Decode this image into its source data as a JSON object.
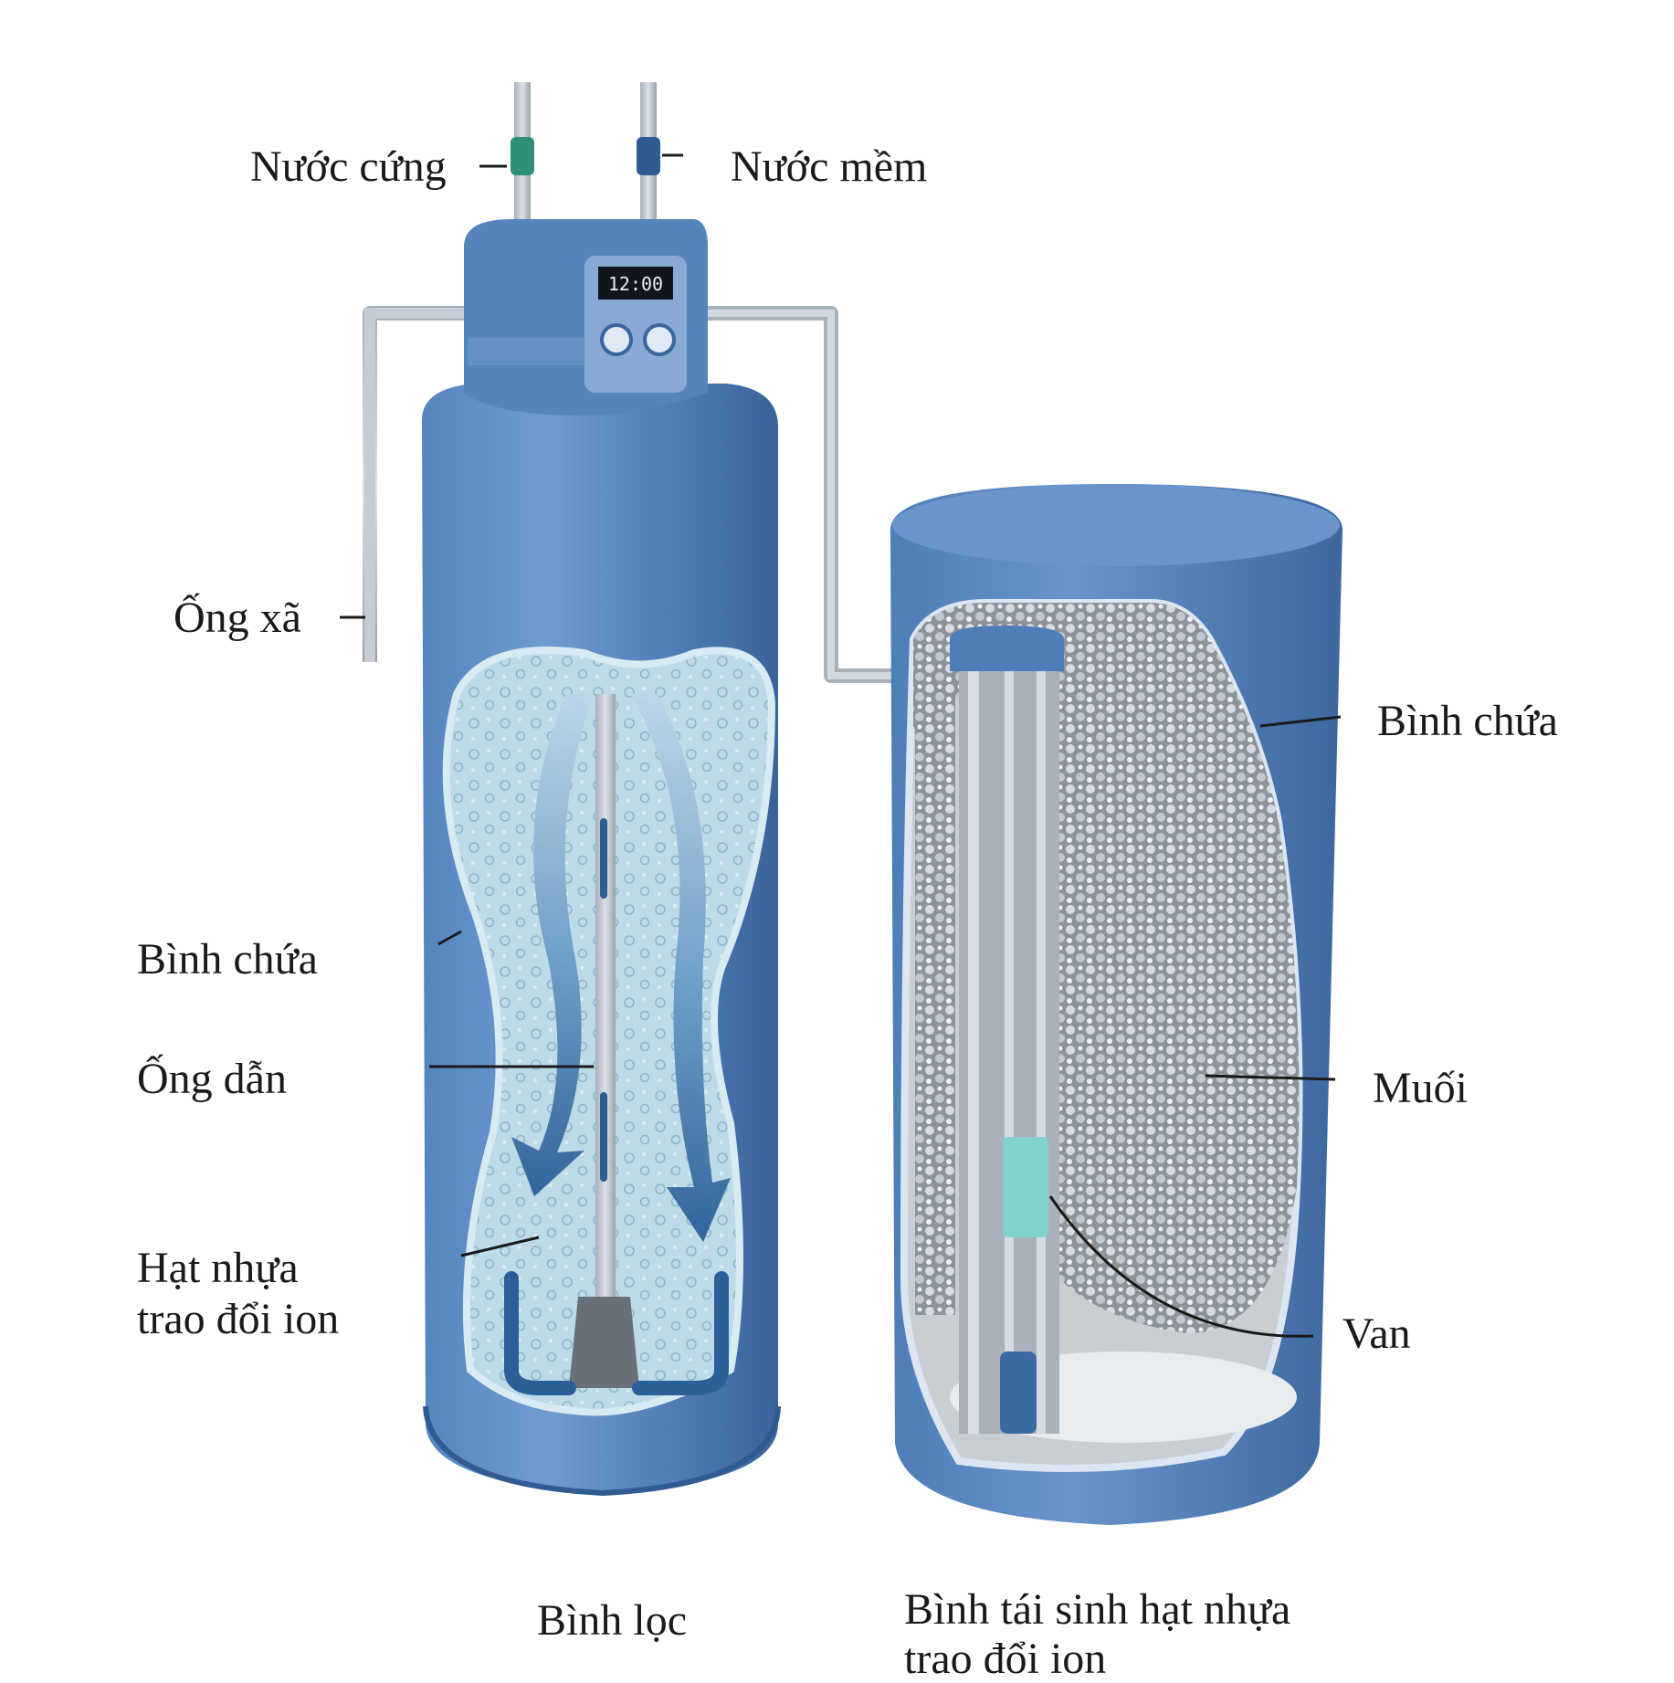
{
  "labels": {
    "hard_water": "Nước cứng",
    "soft_water": "Nước mềm",
    "drain_pipe": "Ống xã",
    "tank_left": "Bình chứa",
    "conduit": "Ống dẫn",
    "resin_line1": "Hạt nhựa",
    "resin_line2": "trao đổi ion",
    "tank_right": "Bình chứa",
    "salt": "Muối",
    "valve": "Van",
    "filter_tank": "Bình lọc",
    "regen_line1": "Bình tái sinh hạt nhựa",
    "regen_line2": "trao đổi ion"
  },
  "colors": {
    "tank_blue": "#4f7fb8",
    "tank_dark": "#2f5a92",
    "resin_bg": "#b9d9e6",
    "pipe_gray": "#b8c0c8",
    "inlet_green": "#2f8f78",
    "valve_teal": "#7fd3cc"
  },
  "controller_display": "12:00"
}
